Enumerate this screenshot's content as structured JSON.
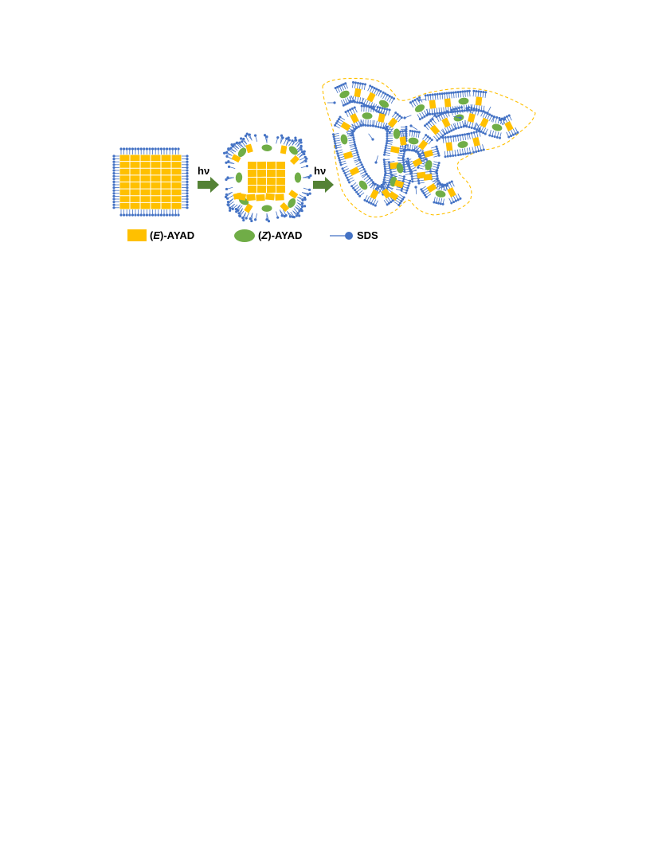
{
  "arrows": [
    {
      "label": "hν"
    },
    {
      "label": "hν"
    }
  ],
  "legend": {
    "e_ayad": {
      "prefix": "(",
      "italic": "E",
      "suffix": ")-AYAD"
    },
    "z_ayad": {
      "prefix": "(",
      "italic": "Z",
      "suffix": ")-AYAD"
    },
    "sds": {
      "text": "SDS"
    }
  },
  "colors": {
    "e_ayad": "#FFC000",
    "z_ayad": "#70AD47",
    "sds": "#4472C4",
    "arrow": "#548235",
    "vesicle_boundary": "#FFC000"
  }
}
